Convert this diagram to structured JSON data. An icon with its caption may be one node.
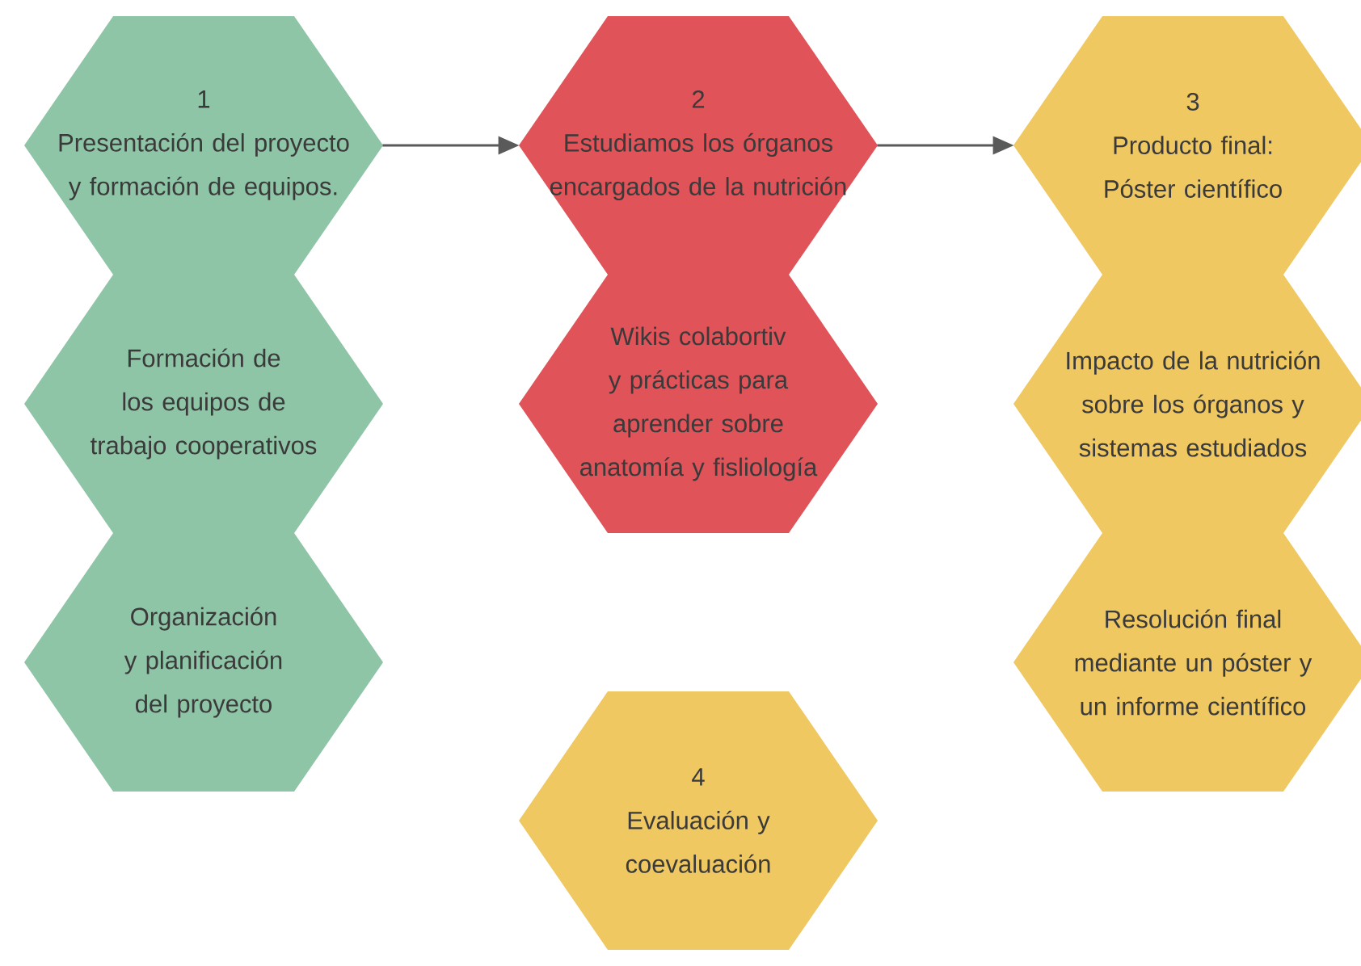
{
  "diagram": {
    "nodes": [
      {
        "text": [
          "1",
          "Presentación del proyecto y formación de equipos."
        ]
      },
      {
        "text": [
          "Formación de los equipos de trabajo cooperativos"
        ]
      },
      {
        "text": [
          "Organización y planificación del proyecto"
        ]
      },
      {
        "text": [
          "2",
          "Estudiamos los órganos encargados de la nutrición"
        ]
      },
      {
        "text": [
          "Wikis colabortiv y prácticas para aprender sobre anatomía y fisliología"
        ]
      },
      {
        "text": [
          "3",
          "Producto final: Póster científico"
        ]
      },
      {
        "text": [
          "Impacto de la nutrición sobre los órganos y sistemas estudiados"
        ]
      },
      {
        "text": [
          "Resolución final mediante un póster y un informe científico"
        ]
      },
      {
        "text": [
          "4",
          "Evaluación y coevaluación"
        ]
      }
    ],
    "edges": [
      {
        "from": 0,
        "to": 3,
        "arrow": "to"
      },
      {
        "from": 3,
        "to": 5,
        "arrow": "to"
      }
    ]
  }
}
